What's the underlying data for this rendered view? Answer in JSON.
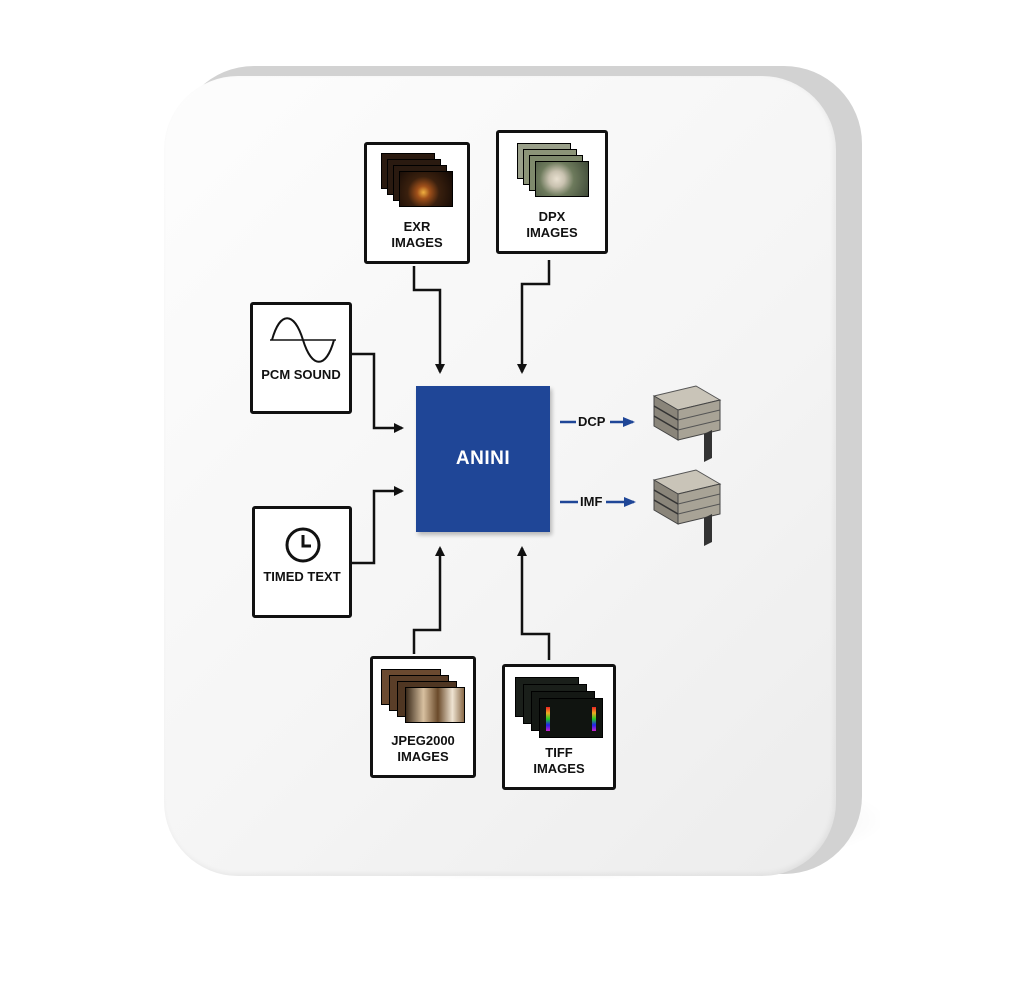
{
  "diagram": {
    "center": {
      "label": "ANINI",
      "color": "#1f4697"
    },
    "inputs": {
      "exr": {
        "label": "EXR\nIMAGES",
        "icon": "image-stack-icon"
      },
      "dpx": {
        "label": "DPX\nIMAGES",
        "icon": "image-stack-icon"
      },
      "pcm": {
        "label": "PCM SOUND",
        "icon": "sine-wave-icon"
      },
      "timed_text": {
        "label": "TIMED TEXT",
        "icon": "clock-icon"
      },
      "jpeg2000": {
        "label": "JPEG2000\nIMAGES",
        "icon": "image-stack-icon"
      },
      "tiff": {
        "label": "TIFF\nIMAGES",
        "icon": "image-stack-icon"
      }
    },
    "outputs": {
      "dcp": {
        "label": "DCP",
        "icon": "drive-stack-icon"
      },
      "imf": {
        "label": "IMF",
        "icon": "drive-stack-icon"
      }
    },
    "colors": {
      "accent": "#1f4697",
      "connector": "#111111",
      "output_arrow": "#1f4697"
    }
  }
}
